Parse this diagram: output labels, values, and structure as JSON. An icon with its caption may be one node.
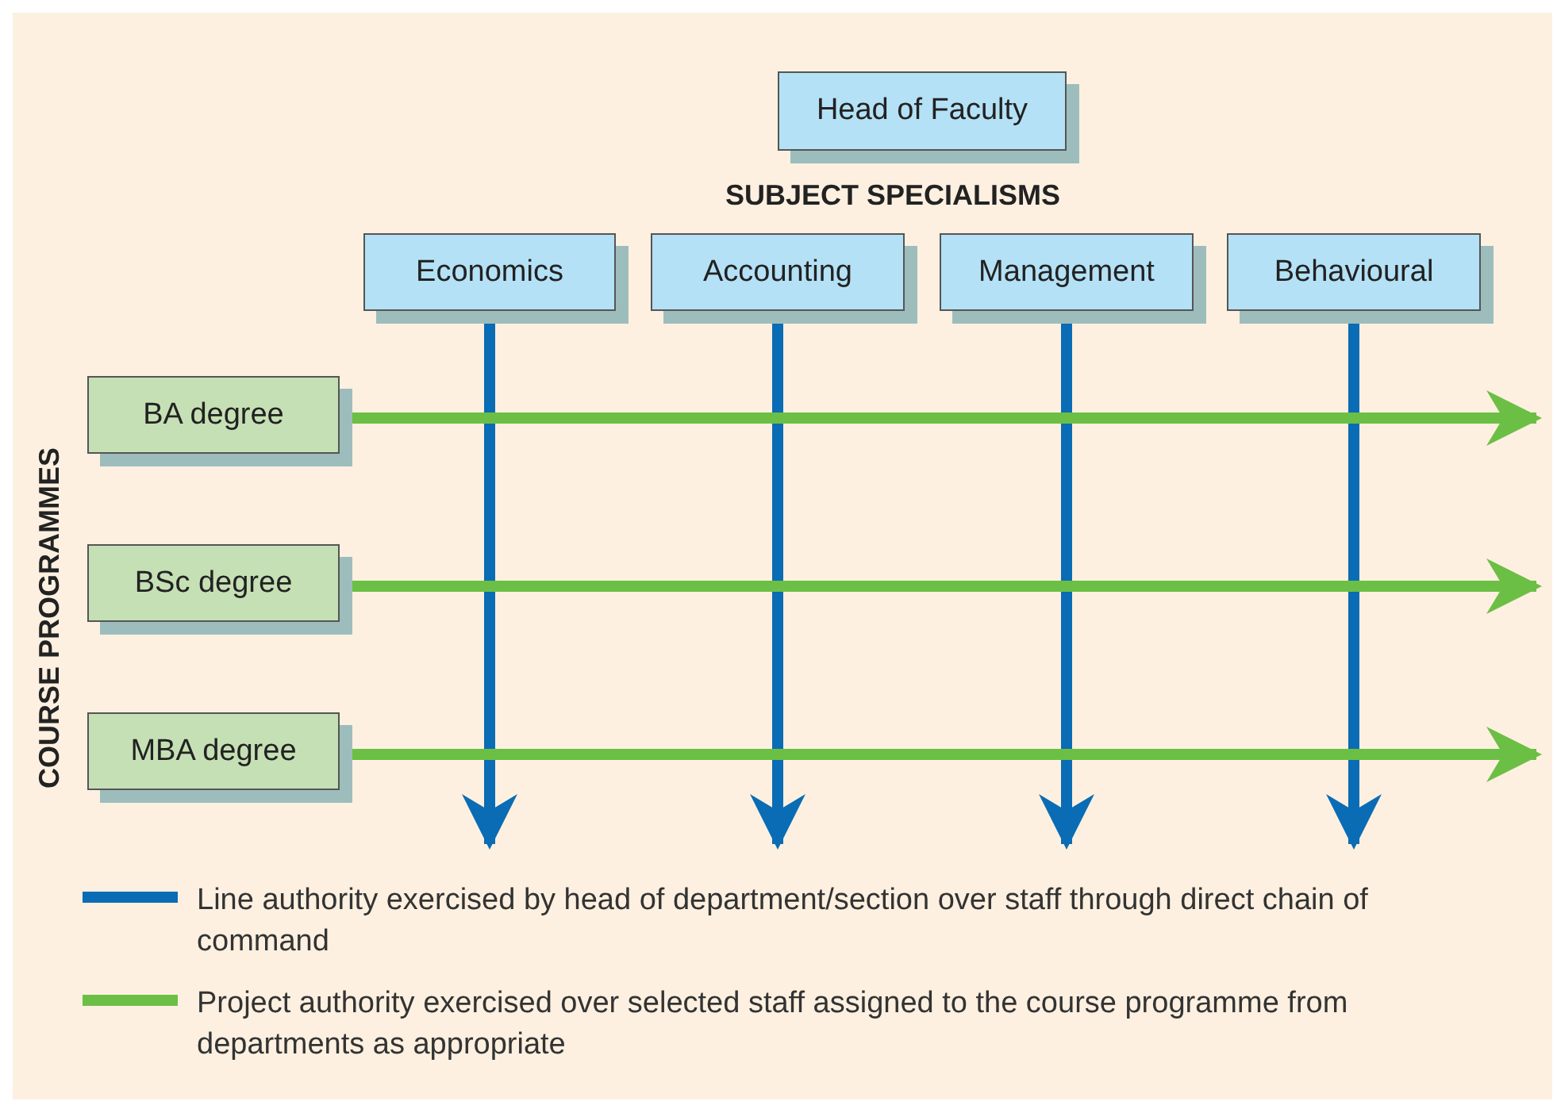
{
  "diagram": {
    "nodes": [
      {
        "text": [
          "Head of Faculty"
        ]
      },
      {
        "text": [
          "Economics"
        ]
      },
      {
        "text": [
          "Accounting"
        ]
      },
      {
        "text": [
          "Management"
        ]
      },
      {
        "text": [
          "Behavioural"
        ]
      },
      {
        "text": [
          "BA degree"
        ]
      },
      {
        "text": [
          "BSc degree"
        ]
      },
      {
        "text": [
          "MBA degree"
        ]
      }
    ],
    "edges": [
      {
        "from": 1,
        "to": null,
        "arrow": "to"
      },
      {
        "from": 2,
        "to": null,
        "arrow": "to"
      },
      {
        "from": 3,
        "to": null,
        "arrow": "to"
      },
      {
        "from": 4,
        "to": null,
        "arrow": "to"
      },
      {
        "from": 5,
        "to": null,
        "arrow": "to",
        "color": "#6cbf45"
      },
      {
        "from": 6,
        "to": null,
        "arrow": "to",
        "color": "#6cbf45"
      },
      {
        "from": 7,
        "to": null,
        "arrow": "to",
        "color": "#6cbf45"
      }
    ],
    "labels": [
      "SUBJECT SPECIALISMS",
      "COURSE PROGRAMMES"
    ],
    "legend": [
      {
        "text": "Line authority exercised by head of department/section over staff through direct chain of command",
        "color": "#0a6cb4"
      },
      {
        "text": "Project authority exercised over selected staff assigned to the course programme from departments as appropriate",
        "color": "#6cbf45"
      }
    ]
  }
}
